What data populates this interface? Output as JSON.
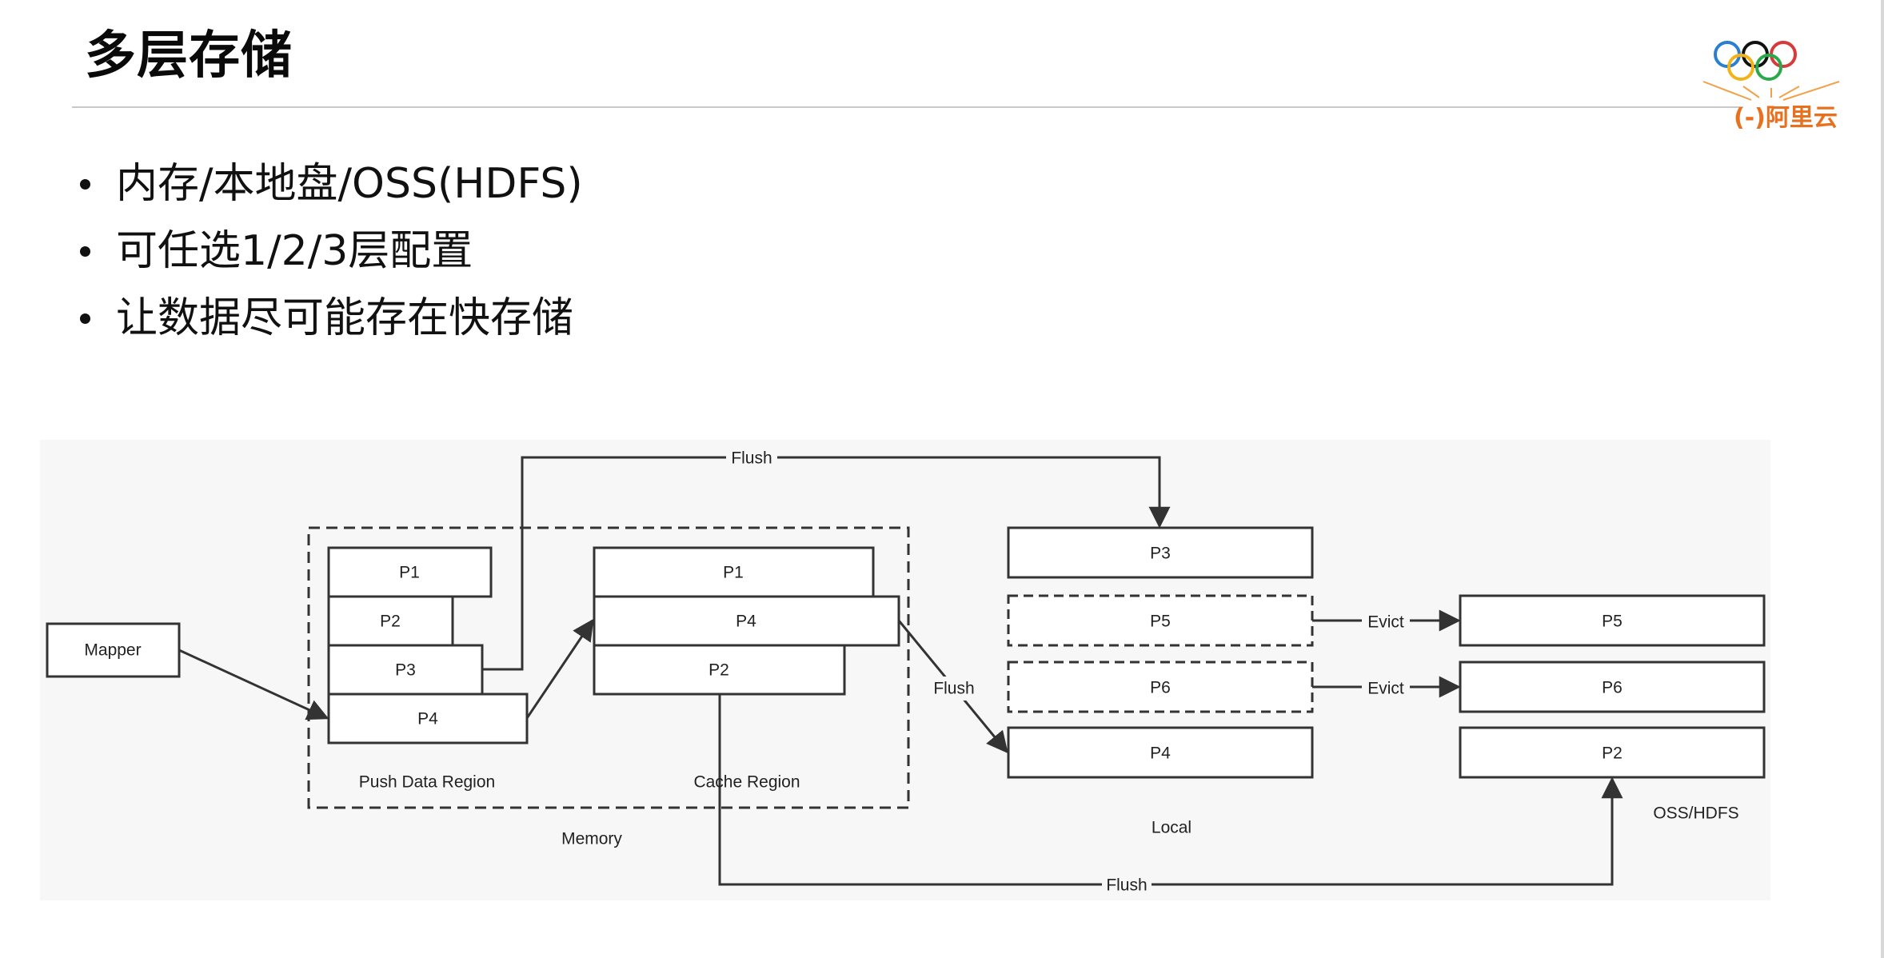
{
  "slide": {
    "title": "多层存储",
    "bullets": [
      "内存/本地盘/OSS(HDFS)",
      "可任选1/2/3层配置",
      "让数据尽可能存在快存储"
    ]
  },
  "logo": {
    "text": "(-)阿里云"
  },
  "diagram": {
    "mapper": "Mapper",
    "push_region": {
      "label": "Push Data Region",
      "blocks": [
        "P1",
        "P2",
        "P3",
        "P4"
      ]
    },
    "cache_region": {
      "label": "Cache Region",
      "blocks": [
        "P1",
        "P4",
        "P2"
      ]
    },
    "memory_label": "Memory",
    "local": {
      "label": "Local",
      "blocks": [
        "P3",
        "P5",
        "P6",
        "P4"
      ]
    },
    "oss": {
      "label": "OSS/HDFS",
      "blocks": [
        "P5",
        "P6",
        "P2"
      ]
    },
    "edge_labels": {
      "flush_top": "Flush",
      "flush_mid": "Flush",
      "flush_bottom": "Flush",
      "evict_1": "Evict",
      "evict_2": "Evict"
    }
  }
}
